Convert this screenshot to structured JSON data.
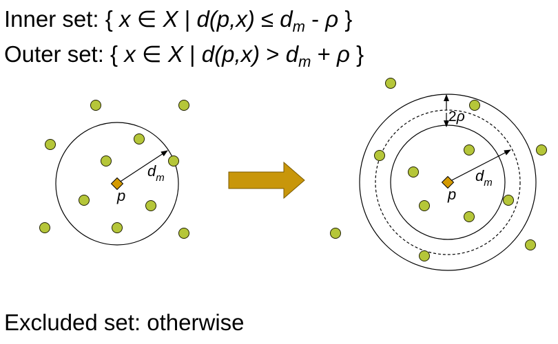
{
  "definitions": {
    "inner": {
      "label": "Inner set:  { ",
      "x": "x",
      "member": " ∈ ",
      "X": "X",
      "bar": " | ",
      "dist": "d(p,x)",
      "op": " ≤ ",
      "d": "d",
      "m": "m",
      "pm": " - ",
      "rho": "ρ",
      "close": " }"
    },
    "outer": {
      "label": "Outer set: { ",
      "x": "x",
      "member": " ∈ ",
      "X": "X",
      "bar": " | ",
      "dist": "d(p,x)",
      "op": " > ",
      "d": "d",
      "m": "m",
      "pm": " + ",
      "rho": "ρ",
      "close": " }"
    },
    "excluded": "Excluded set: otherwise"
  },
  "left_diagram": {
    "pivot_label": "p",
    "radius_label": {
      "d": "d",
      "m": "m"
    }
  },
  "right_diagram": {
    "pivot_label": "p",
    "radius_label": {
      "d": "d",
      "m": "m"
    },
    "band_label": {
      "two": "2",
      "rho": "ρ"
    }
  },
  "colors": {
    "point_fill": "#b5c639",
    "point_stroke": "#1f1f00",
    "pivot_fill": "#d49a00",
    "arrow_fill": "#c8960a",
    "arrow_stroke": "#7a5a00"
  }
}
